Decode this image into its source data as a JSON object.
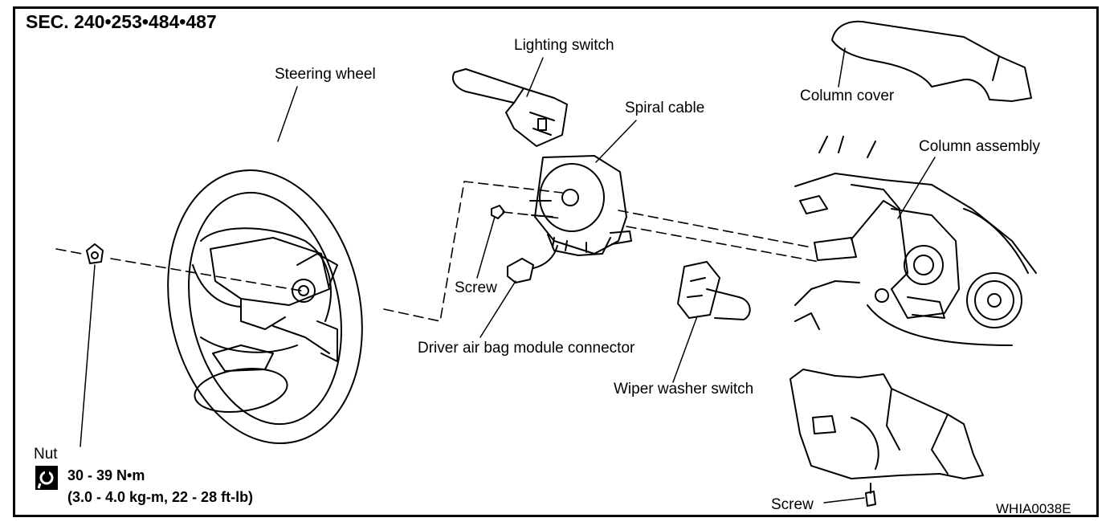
{
  "header": {
    "section": "SEC. 240•253•484•487"
  },
  "labels": {
    "steering_wheel": "Steering wheel",
    "lighting_switch": "Lighting switch",
    "spiral_cable": "Spiral cable",
    "column_cover": "Column cover",
    "column_assembly": "Column assembly",
    "screw_1": "Screw",
    "airbag_connector": "Driver air bag module connector",
    "wiper_washer_switch": "Wiper washer switch",
    "nut": "Nut",
    "screw_2": "Screw"
  },
  "torque": {
    "icon": "torque-wrench-icon",
    "line1": "30 - 39 N•m",
    "line2": "(3.0 - 4.0 kg-m, 22 - 28 ft-lb)"
  },
  "figure_code": "WHIA0038E"
}
